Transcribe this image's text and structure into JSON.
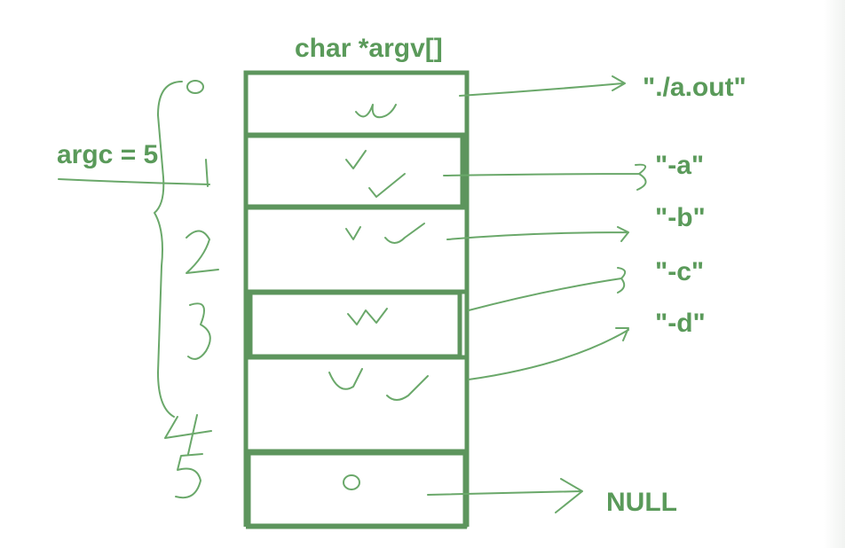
{
  "title": "char *argv[]",
  "argc_label": "argc = 5",
  "strings": [
    "\"./a.out\"",
    "\"-a\"",
    "\"-b\"",
    "\"-c\"",
    "\"-d\""
  ],
  "null_label": "NULL",
  "colors": {
    "ink": "#5a9a5a",
    "box": "#5d955d",
    "background": "#ffffff"
  }
}
